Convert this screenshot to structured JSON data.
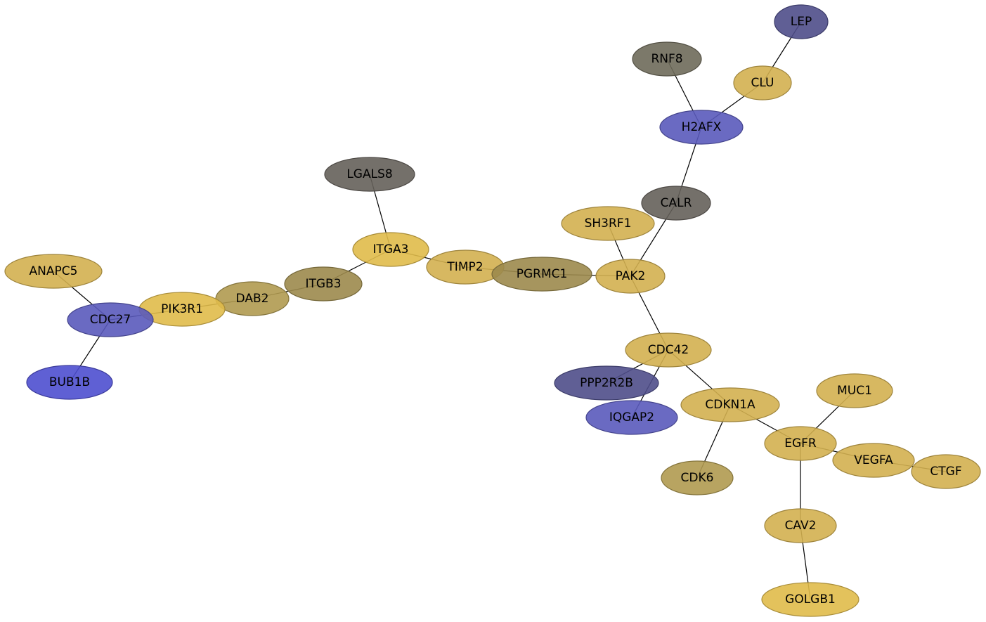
{
  "colors": {
    "gold": "#e0bb4a",
    "gold_mid": "#d3b050",
    "olive": "#b09a50",
    "olive_dark": "#9c8a4d",
    "charcoal": "#65605a",
    "gray_dark": "#6e6a5a",
    "blue": "#4e4fcf",
    "blue_mid": "#5a5abb",
    "navy": "#4f4e8a"
  },
  "nodes": [
    {
      "id": "LEP",
      "label": "LEP",
      "color": "navy"
    },
    {
      "id": "RNF8",
      "label": "RNF8",
      "color": "gray_dark"
    },
    {
      "id": "CLU",
      "label": "CLU",
      "color": "gold_mid"
    },
    {
      "id": "H2AFX",
      "label": "H2AFX",
      "color": "blue_mid"
    },
    {
      "id": "LGALS8",
      "label": "LGALS8",
      "color": "charcoal"
    },
    {
      "id": "CALR",
      "label": "CALR",
      "color": "charcoal"
    },
    {
      "id": "SH3RF1",
      "label": "SH3RF1",
      "color": "gold_mid"
    },
    {
      "id": "ITGA3",
      "label": "ITGA3",
      "color": "gold"
    },
    {
      "id": "ANAPC5",
      "label": "ANAPC5",
      "color": "gold_mid"
    },
    {
      "id": "TIMP2",
      "label": "TIMP2",
      "color": "gold_mid"
    },
    {
      "id": "PGRMC1",
      "label": "PGRMC1",
      "color": "olive_dark"
    },
    {
      "id": "PAK2",
      "label": "PAK2",
      "color": "gold_mid"
    },
    {
      "id": "ITGB3",
      "label": "ITGB3",
      "color": "olive_dark"
    },
    {
      "id": "DAB2",
      "label": "DAB2",
      "color": "olive"
    },
    {
      "id": "PIK3R1",
      "label": "PIK3R1",
      "color": "gold"
    },
    {
      "id": "CDC27",
      "label": "CDC27",
      "color": "blue_mid"
    },
    {
      "id": "CDC42",
      "label": "CDC42",
      "color": "gold_mid"
    },
    {
      "id": "BUB1B",
      "label": "BUB1B",
      "color": "blue"
    },
    {
      "id": "PPP2R2B",
      "label": "PPP2R2B",
      "color": "navy"
    },
    {
      "id": "MUC1",
      "label": "MUC1",
      "color": "gold_mid"
    },
    {
      "id": "CDKN1A",
      "label": "CDKN1A",
      "color": "gold_mid"
    },
    {
      "id": "IQGAP2",
      "label": "IQGAP2",
      "color": "blue_mid"
    },
    {
      "id": "EGFR",
      "label": "EGFR",
      "color": "gold_mid"
    },
    {
      "id": "VEGFA",
      "label": "VEGFA",
      "color": "gold_mid"
    },
    {
      "id": "CTGF",
      "label": "CTGF",
      "color": "gold_mid"
    },
    {
      "id": "CDK6",
      "label": "CDK6",
      "color": "olive"
    },
    {
      "id": "CAV2",
      "label": "CAV2",
      "color": "gold_mid"
    },
    {
      "id": "GOLGB1",
      "label": "GOLGB1",
      "color": "gold"
    }
  ],
  "edges": [
    [
      "LEP",
      "CLU"
    ],
    [
      "CLU",
      "H2AFX"
    ],
    [
      "RNF8",
      "H2AFX"
    ],
    [
      "H2AFX",
      "CALR"
    ],
    [
      "CALR",
      "PAK2"
    ],
    [
      "SH3RF1",
      "PAK2"
    ],
    [
      "PGRMC1",
      "PAK2"
    ],
    [
      "PAK2",
      "CDC42"
    ],
    [
      "LGALS8",
      "ITGA3"
    ],
    [
      "ITGA3",
      "TIMP2"
    ],
    [
      "ITGA3",
      "ITGB3"
    ],
    [
      "TIMP2",
      "PGRMC1"
    ],
    [
      "ITGB3",
      "DAB2"
    ],
    [
      "DAB2",
      "PIK3R1"
    ],
    [
      "PIK3R1",
      "CDC27"
    ],
    [
      "ANAPC5",
      "CDC27"
    ],
    [
      "CDC27",
      "BUB1B"
    ],
    [
      "CDC42",
      "PPP2R2B"
    ],
    [
      "CDC42",
      "IQGAP2"
    ],
    [
      "CDC42",
      "CDKN1A"
    ],
    [
      "CDKN1A",
      "CDK6"
    ],
    [
      "CDKN1A",
      "EGFR"
    ],
    [
      "MUC1",
      "EGFR"
    ],
    [
      "EGFR",
      "VEGFA"
    ],
    [
      "VEGFA",
      "CTGF"
    ],
    [
      "EGFR",
      "CAV2"
    ],
    [
      "CAV2",
      "GOLGB1"
    ]
  ]
}
